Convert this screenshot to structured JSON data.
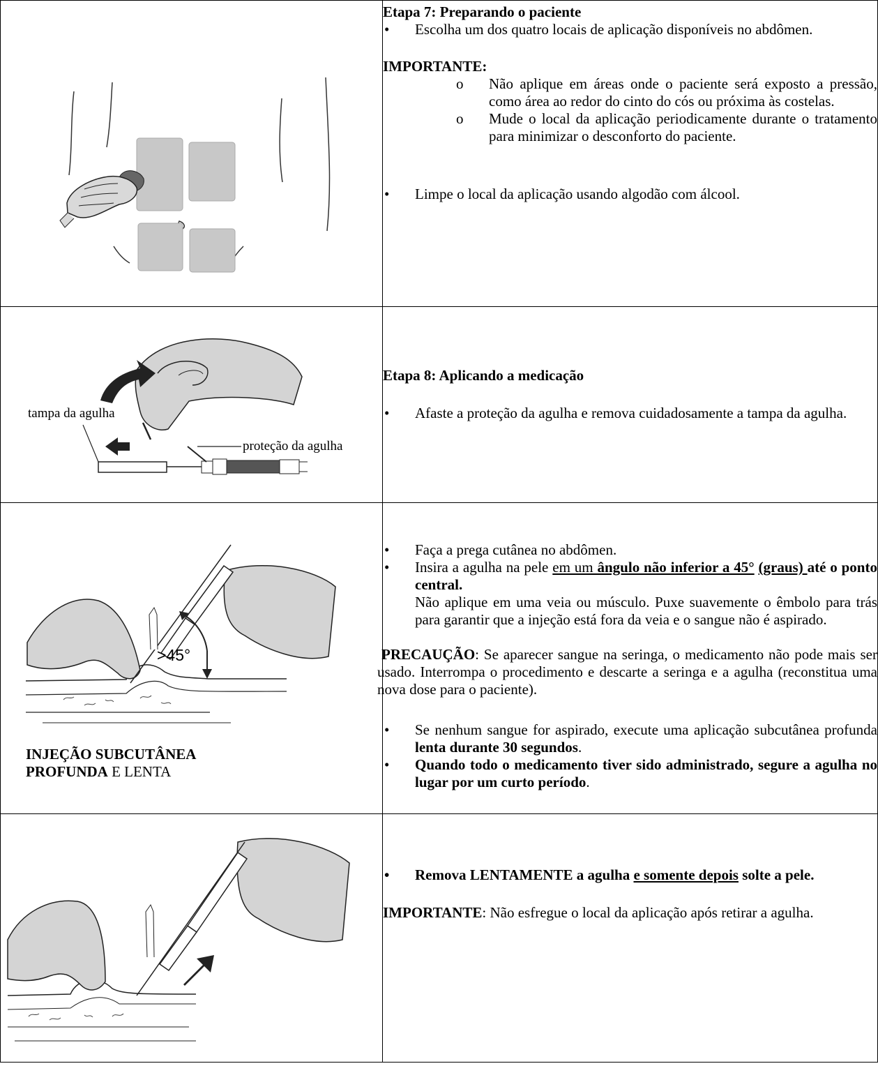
{
  "step7": {
    "title": "Etapa 7: Preparando o paciente",
    "bullet1": "Escolha um dos quatro locais de aplicação disponíveis no abdômen.",
    "important_label": "IMPORTANTE:",
    "sub1": "Não aplique em áreas onde o paciente será exposto a pressão, como área ao redor do cinto do cós ou próxima às costelas.",
    "sub2": "Mude o local da aplicação periodicamente durante o tratamento para minimizar o desconforto do paciente.",
    "bullet2": "Limpe o local da aplicação usando algodão com álcool."
  },
  "step8": {
    "title": "Etapa 8: Aplicando a medicação",
    "bullet1": "Afaste a proteção da agulha e remova cuidadosamente a tampa da agulha.",
    "label_cap": "tampa da agulha",
    "label_guard": "proteção da agulha"
  },
  "injection": {
    "bullet1": "Faça a prega cutânea no abdômen.",
    "b2_pre": "Insira a agulha na pele ",
    "b2_u1": "em um ",
    "b2_ub": "ângulo não inferior a 45°",
    "b2_ub2": "(graus) ",
    "b2_bold": "até o ponto central.",
    "b2_rest": "Não aplique em uma veia ou músculo. Puxe suavemente o êmbolo para trás para garantir que a injeção está fora da veia e o sangue não é aspirado.",
    "caution_label": "PRECAUÇÃO",
    "caution_text": ": Se aparecer sangue na seringa, o medicamento não pode mais ser usado. Interrompa o procedimento e descarte a seringa e a agulha (reconstitua uma nova dose para o paciente).",
    "b3_pre": "Se nenhum sangue for aspirado, execute uma aplicação subcutânea profunda ",
    "b3_bold": "lenta durante 30 segundos",
    "b3_end": ".",
    "b4_bold": "Quando todo o medicamento tiver sido administrado, segure a agulha no lugar por um curto período",
    "b4_end": ".",
    "angle_label": ">45°",
    "caption_line1": "INJEÇÃO SUBCUTÂNEA",
    "caption_line2_bold": "PROFUNDA",
    "caption_line2_rest": " E LENTA"
  },
  "removal": {
    "b1_pre": "Remova LENTAMENTE a agulha ",
    "b1_u": "e somente depois",
    "b1_post": " solte a pele.",
    "important_label": "IMPORTANTE",
    "important_text": ": Não esfregue o local da aplicação após retirar a agulha."
  }
}
